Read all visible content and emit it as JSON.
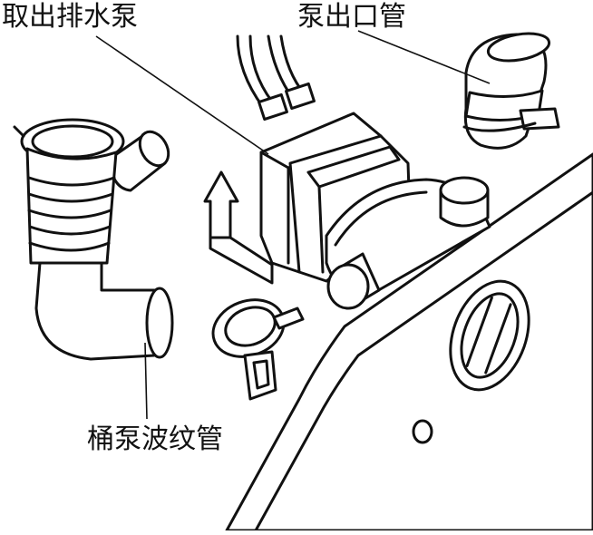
{
  "labels": {
    "drain_pump": "取出排水泵",
    "pump_outlet": "泵出口管",
    "tub_pump_hose": "桶泵波纹管"
  }
}
